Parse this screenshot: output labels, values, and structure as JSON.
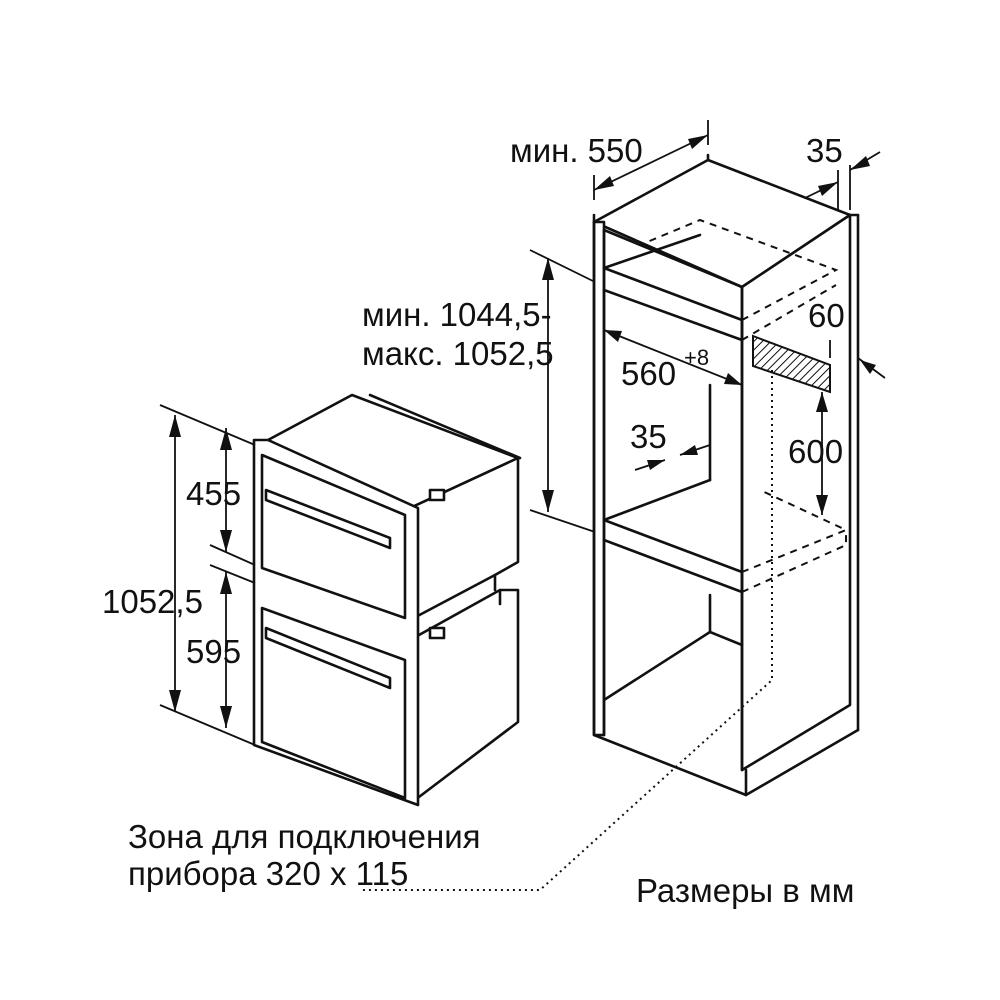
{
  "dimensions": {
    "niche_depth": "мин. 550",
    "panel_thickness": "35",
    "niche_height_min": "мин. 1044,5-",
    "niche_height_max": "макс. 1052,5",
    "niche_width": "560",
    "niche_width_tolerance": "+8",
    "vent_opening": "60",
    "vent_height": "600",
    "shelf_setback": "35",
    "upper_oven_height": "455",
    "total_height": "1052,5",
    "lower_oven_height": "595"
  },
  "notes": {
    "connection_zone_line1": "Зона для подключения",
    "connection_zone_line2": "прибора 320 x 115",
    "units": "Размеры в мм"
  }
}
